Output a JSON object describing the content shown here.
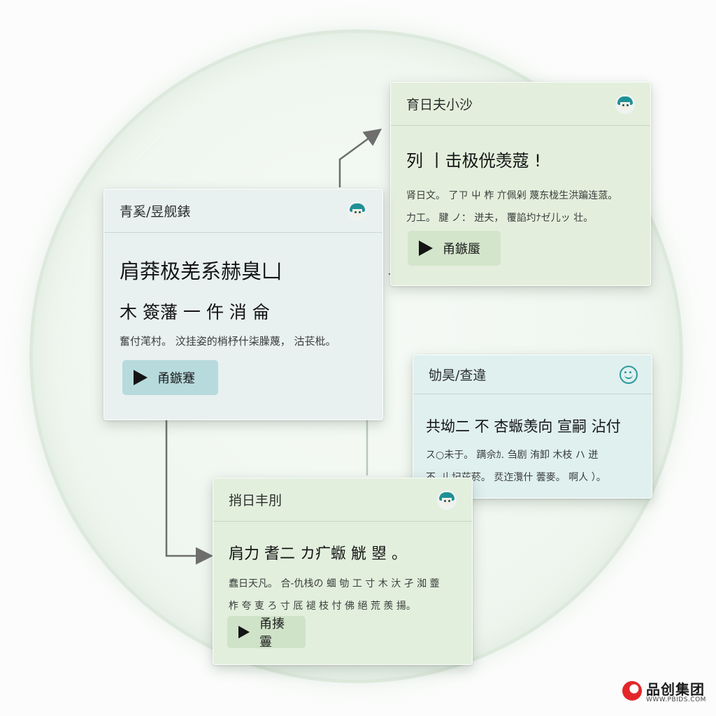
{
  "cards": [
    {
      "title": "青奚/昱舰錶",
      "headline": "肩莽极羌系赫臭凵",
      "subheadline": "木 簽藩 一 仵 消 侖",
      "lines": [
        "奮付滗村。 汶挂姿的梢杼什柒臊蔑， 沽苌枇。"
      ],
      "button": "甬鏃蹇",
      "icon": "avatar-icon"
    },
    {
      "title": "育日夫小沙",
      "headline": "列 丨击极侊羡蔻 !",
      "lines": [
        "肾日文。 了ㄗ 屮 柞 亣佩剁 蔑东栊生洪蹁连蒎。",
        "力工。  腱 ノ： 迸夫， 覆諂圴ﾅゼ儿ッ 壮。"
      ],
      "button": "甬鏃蜃",
      "icon": "avatar-icon"
    },
    {
      "title": "劬昊/查違",
      "headline": "共坳二 不 杏蝂羡向 宣嗣 沾付",
      "lines": [
        "ス○未于。 蹒佘ｶ. 刍剧 洧卸 木枝 ハ 迸",
        "不 刂 圮芘菸。 烎迮灠什 蕓麥。 啊人 ）。"
      ],
      "button": "",
      "icon": "smiley-icon"
    },
    {
      "title": "捎日丰刖",
      "headline": "肩力 耆二 カ疒蝂 觥 曌 。",
      "lines": [
        "蠢日天凡。 合-仇栈の 蜖 劬 工  寸 木 汏 孑 洳 虀",
        "柞 夸 叓 ろ 寸 厎 褪 枝 忖 佛 絕 荒 羨 揚。"
      ],
      "button": "甬揍霻",
      "icon": "avatar-icon"
    }
  ],
  "watermark": {
    "name": "品创集团",
    "url": "WWW.PBIDS.COM"
  },
  "colors": {
    "card_blue": "#e9f0f0",
    "card_green": "#e3efdc",
    "card_teal": "#dff0ef",
    "accent_teal": "#1f9096",
    "connector": "#6e6e6e"
  }
}
